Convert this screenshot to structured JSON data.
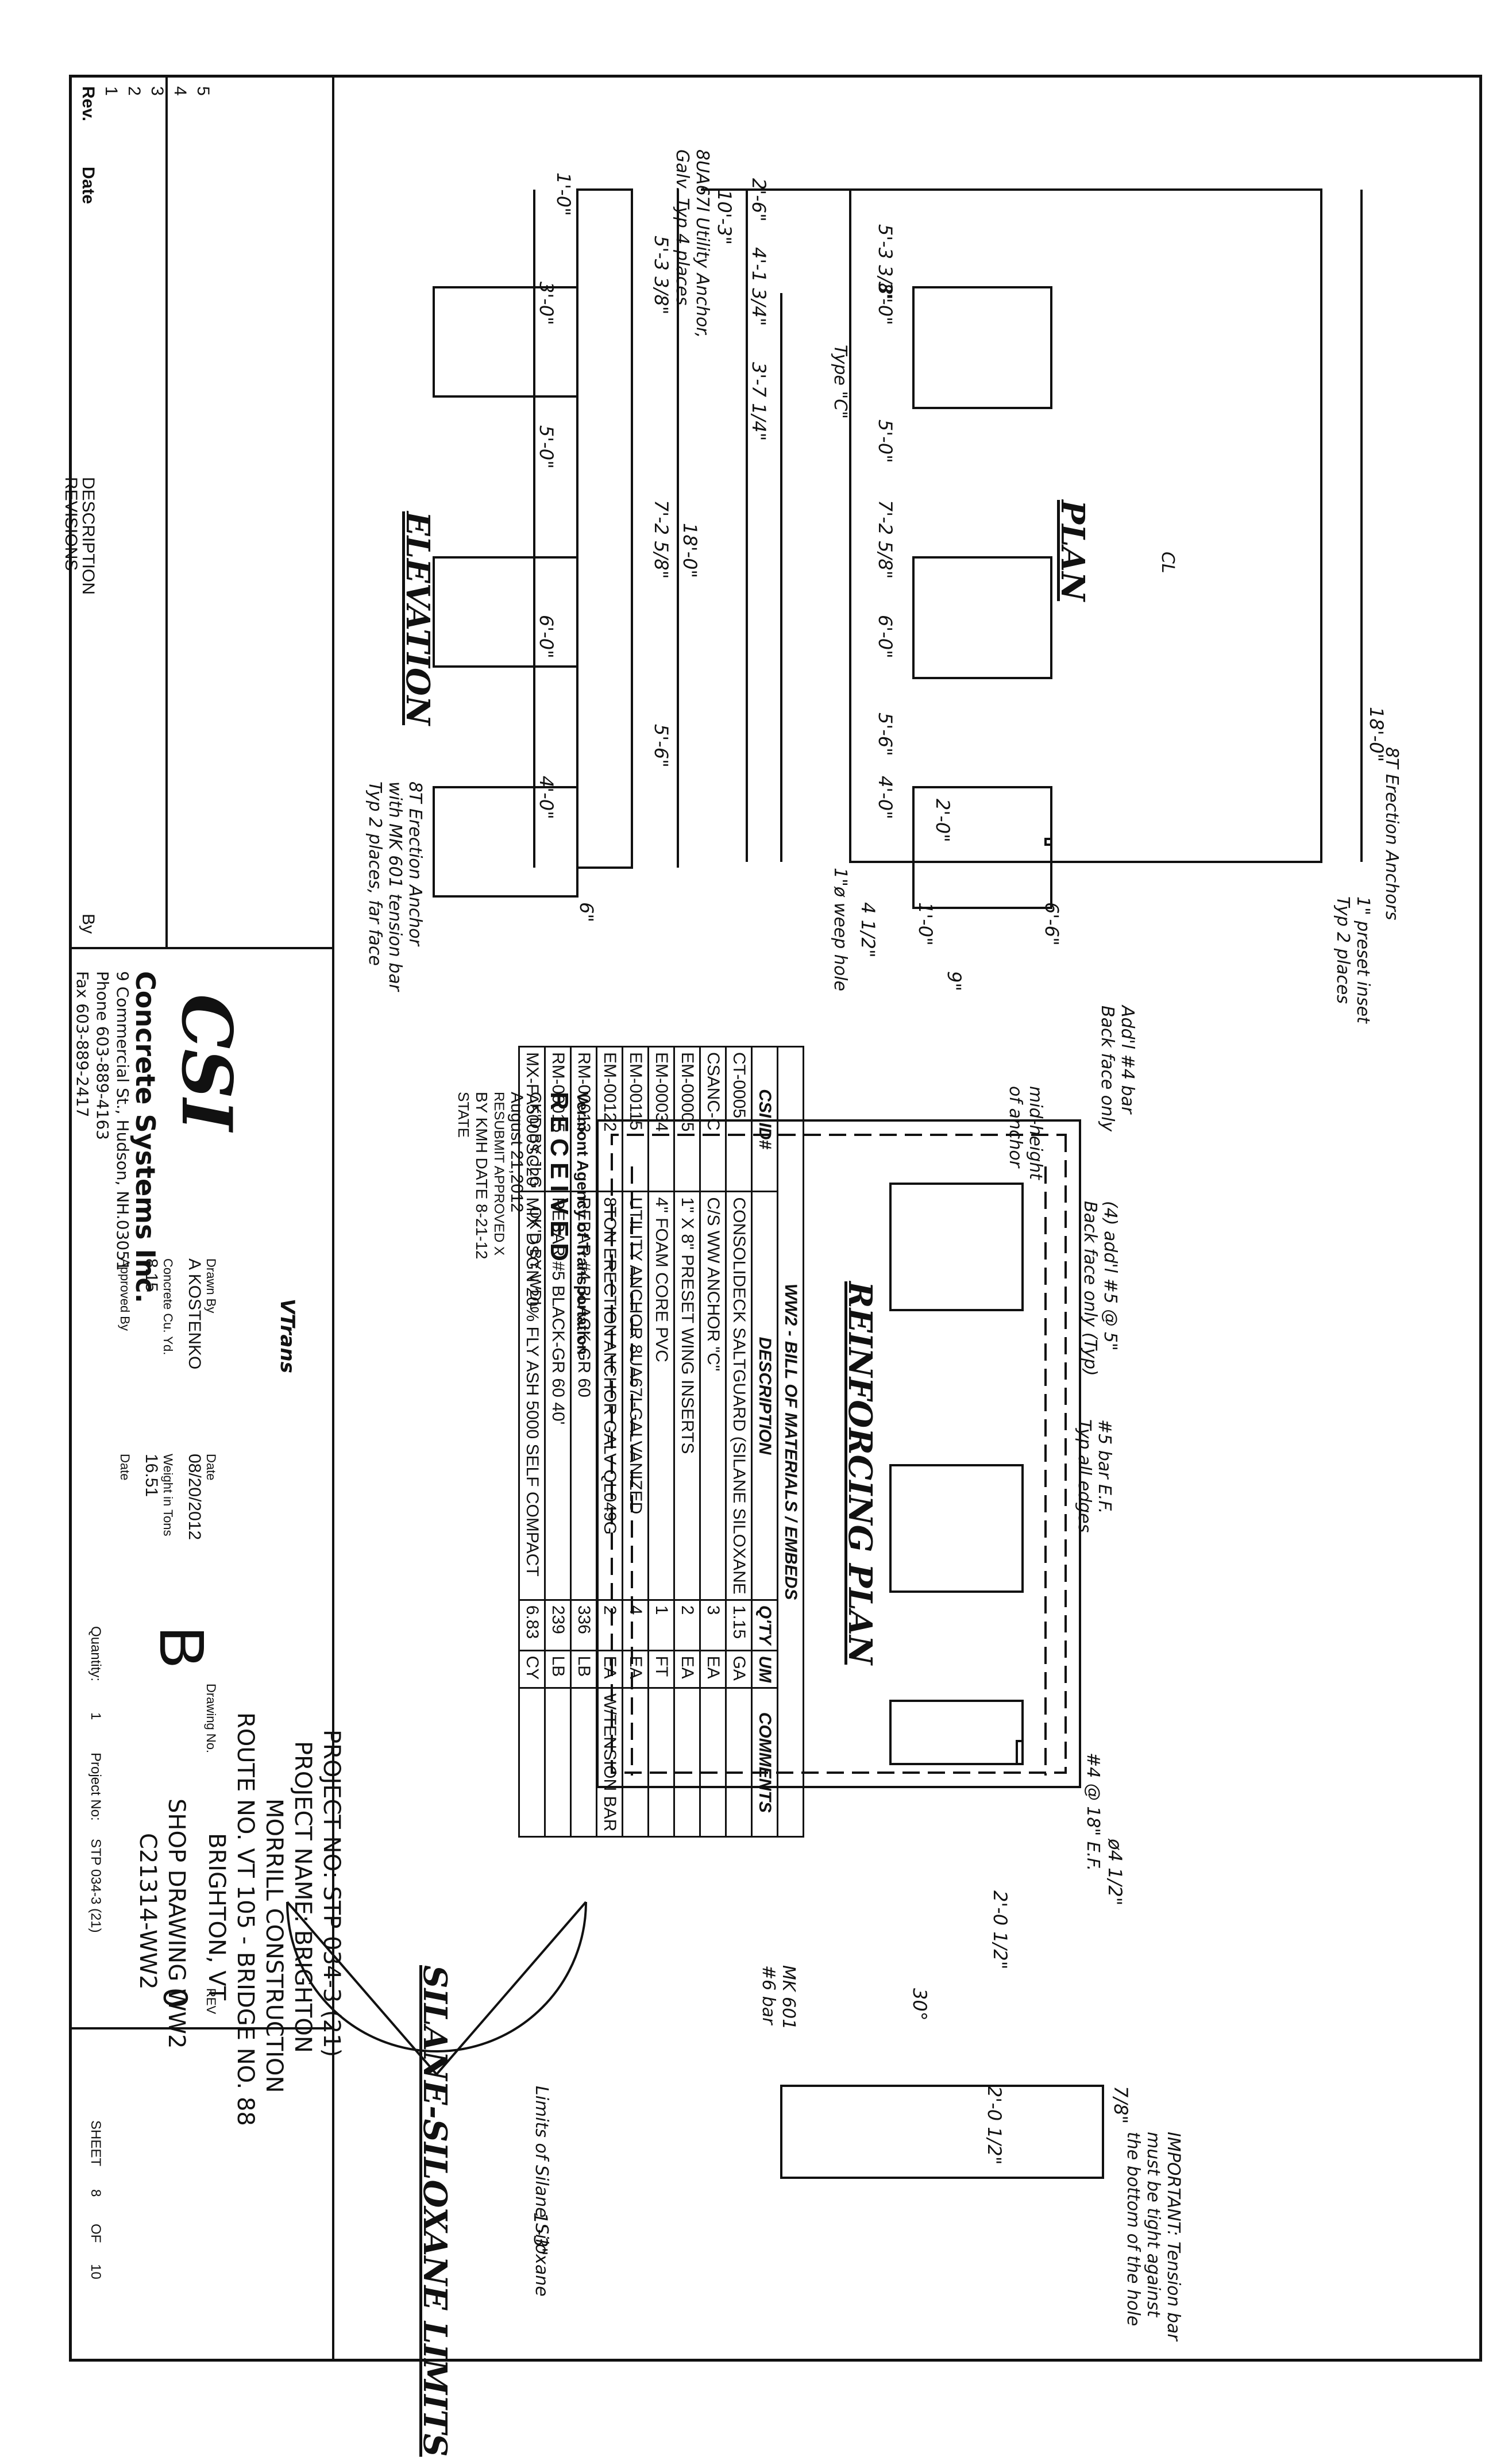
{
  "plan": {
    "title": "PLAN",
    "anchor_note_1": "8UA67I Utility Anchor,",
    "anchor_note_2": "Galv. Typ 4 places",
    "overall_width": "10'-3\"",
    "w1": "2'-6\"",
    "w2": "4'-1 3/4\"",
    "w3": "3'-7 1/4\"",
    "length": "18'-0\"",
    "d1": "5'-3 3/8\"",
    "d2": "7'-2 5/8\"",
    "d3": "5'-6\"",
    "erection_note": "8T Erection Anchors",
    "s1": "3'-0\"",
    "s2": "5'-0\"",
    "s3": "6'-0\"",
    "s4": "4'-0\"",
    "type_c": "Type \"C\"",
    "cl": "CL",
    "e1": "2'-0\"",
    "e2": "6'-6\"",
    "e3": "1'-0\"",
    "e4": "4 1/2\"",
    "e5": "9\"",
    "weep": "1\"ø weep hole",
    "preset1": "1\" preset inset",
    "preset2": "Typ 2 places"
  },
  "elevation": {
    "title": "ELEVATION",
    "top": "1'-0\"",
    "d1": "5'-3 3/8\"",
    "d2": "7'-2 5/8\"",
    "d3": "5'-6\"",
    "length": "18'-0\"",
    "s1": "3'-0\"",
    "s2": "5'-0\"",
    "s3": "6'-0\"",
    "s4": "4'-0\"",
    "bottom": "6\"",
    "note1": "8T Erection Anchor",
    "note2": "with MK 601 tension bar",
    "note3": "Typ 2 places, far face"
  },
  "reinforcing": {
    "title": "REINFORCING PLAN",
    "n1": "Add'l #4 bar",
    "n2": "Back face only",
    "n3": "mid-height",
    "n4": "of anchor",
    "n5": "(4) add'l #5 @ 5\"",
    "n6": "Back face only (Typ)",
    "n7": "#5 bar E.F.",
    "n8": "Typ all edges",
    "n9": "#4 @ 18\" E.F."
  },
  "detail": {
    "dia": "ø4 1/2\"",
    "r1": "2'-0 1/2\"",
    "r2": "2'-0 1/2\"",
    "angle": "30°",
    "hole": "7/8\"",
    "mk1": "MK 601",
    "mk2": "#6 bar",
    "imp1": "IMPORTANT: Tension bar",
    "imp2": "must be tight against",
    "imp3": "the bottom of the hole"
  },
  "silane": {
    "title": "SILANE-SILOXANE LIMITS",
    "limits": "Limits of Silane Siloxane",
    "dim": "1'-3\""
  },
  "bom": {
    "title": "WW2 - BILL OF MATERIALS / EMBEDS",
    "headers": [
      "CSI ID#",
      "DESCRIPTION",
      "Q'TY",
      "UM",
      "COMMENTS"
    ],
    "rows": [
      [
        "CT-0005",
        "CONSOLIDECK SALTGUARD (SILANE SILOXANE",
        "1.15",
        "GA",
        ""
      ],
      [
        "CSANC-C",
        "C/S WW ANCHOR \"C\"",
        "3",
        "EA",
        ""
      ],
      [
        "EM-00005",
        "1\" X 8\" PRESET WING INSERTS",
        "2",
        "EA",
        ""
      ],
      [
        "EM-00034",
        "4\" FOAM CORE PVC",
        "1",
        "FT",
        ""
      ],
      [
        "EM-00115",
        "UTILITY ANCHOR 8UA67I-GALVANIZED",
        "4",
        "EA",
        ""
      ],
      [
        "EM-00122",
        "8TON ERECTION ANCHOR GALV QL049G",
        "2",
        "EA",
        "W/TENSION BAR"
      ],
      [
        "RM-00013",
        "REBAR #4 BLACK-GR 60",
        "336",
        "LB",
        ""
      ],
      [
        "RM-00015",
        "REBAR #5 BLACK-GR 60 40'",
        "239",
        "LB",
        ""
      ],
      [
        "MX-FA5000SC20",
        "MIX DSGN 20% FLY ASH 5000 SELF COMPACT",
        "6.83",
        "CY",
        ""
      ]
    ]
  },
  "stamp": {
    "agency": "Vermont Agency of Transportation",
    "received": "RECEIVED",
    "ckd_by_label": "CK'D BY",
    "ckd_by": "JLG",
    "okd_by_label": "OK'D BY",
    "okd_by": "WDL",
    "date": "August 21,2012",
    "resubmit": "RESUBMIT",
    "approved": "APPROVED",
    "x": "X",
    "by": "BY",
    "by_val": "KMH",
    "date_label": "DATE",
    "date_val": "8-21-12",
    "state": "STATE"
  },
  "revisions": {
    "title": "REVISIONS",
    "rev": "Rev.",
    "date": "Date",
    "description": "DESCRIPTION",
    "by": "By",
    "nums": [
      "1",
      "2",
      "3",
      "4",
      "5"
    ]
  },
  "company": {
    "name": "Concrete Systems Inc.",
    "logo": "CSI",
    "address": "9 Commercial St., Hudson, NH.03051",
    "phone": "Phone 603-889-4163",
    "fax": "Fax 603-889-2417",
    "vtrans": "VTrans"
  },
  "titleblock": {
    "drawn_by_label": "Drawn By",
    "drawn_by": "A KOSTENKO",
    "date_label": "Date",
    "date": "08/20/2012",
    "concrete_label": "Concrete Cu. Yd.",
    "concrete": "8.15",
    "weight_label": "Weight in Tons",
    "weight": "16.51",
    "approved_label": "Approved By",
    "approved_date_label": "Date",
    "size": "B",
    "drawing_no_label": "Drawing No.",
    "rev_label": "REV",
    "rev": "0",
    "quantity_label": "Quantity:",
    "quantity": "1",
    "project_no_label": "Project No:",
    "project_no": "STP 034-3 (21)",
    "sheet_label": "SHEET",
    "sheet": "8",
    "of_label": "OF",
    "of": "10",
    "line1": "PROJECT NO:  STP 034-3 (21)",
    "line2": "PROJECT NAME:  BRIGHTON",
    "line3": "MORRILL CONSTRUCTION",
    "line4": "ROUTE NO. VT 105 - BRIDGE NO. 88",
    "line5": "BRIGHTON, VT",
    "line6": "SHOP DRAWING WW2",
    "line7": "C21314-WW2"
  }
}
